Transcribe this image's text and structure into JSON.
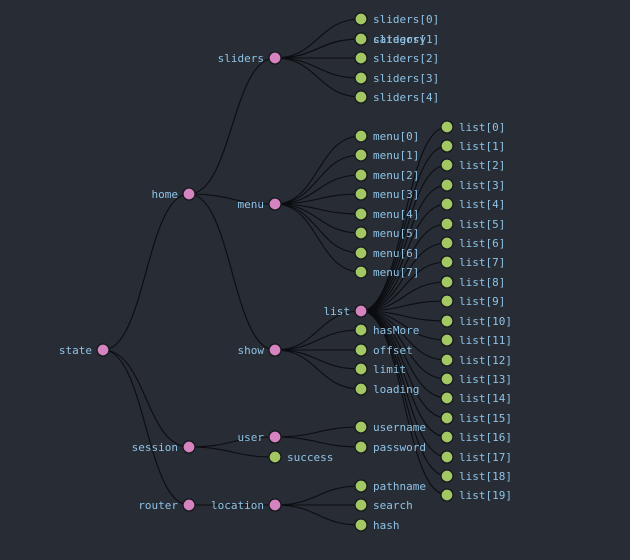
{
  "colors": {
    "background": "#272c35",
    "branch_node": "#d584c0",
    "leaf_node": "#a3c763",
    "label_text": "#8fc3e6",
    "link": "#0b0d11"
  },
  "tree": {
    "name": "state",
    "children": [
      {
        "name": "home",
        "children": [
          {
            "name": "sliders",
            "children": [
              {
                "name": "category"
              },
              {
                "name": "sliders[0]"
              },
              {
                "name": "sliders[1]"
              },
              {
                "name": "sliders[2]"
              },
              {
                "name": "sliders[3]"
              },
              {
                "name": "sliders[4]"
              }
            ]
          },
          {
            "name": "menu",
            "children": [
              {
                "name": "menu[0]"
              },
              {
                "name": "menu[1]"
              },
              {
                "name": "menu[2]"
              },
              {
                "name": "menu[3]"
              },
              {
                "name": "menu[4]"
              },
              {
                "name": "menu[5]"
              },
              {
                "name": "menu[6]"
              },
              {
                "name": "menu[7]"
              }
            ]
          },
          {
            "name": "show",
            "children": [
              {
                "name": "list",
                "children": [
                  {
                    "name": "list[0]"
                  },
                  {
                    "name": "list[1]"
                  },
                  {
                    "name": "list[2]"
                  },
                  {
                    "name": "list[3]"
                  },
                  {
                    "name": "list[4]"
                  },
                  {
                    "name": "list[5]"
                  },
                  {
                    "name": "list[6]"
                  },
                  {
                    "name": "list[7]"
                  },
                  {
                    "name": "list[8]"
                  },
                  {
                    "name": "list[9]"
                  },
                  {
                    "name": "list[10]"
                  },
                  {
                    "name": "list[11]"
                  },
                  {
                    "name": "list[12]"
                  },
                  {
                    "name": "list[13]"
                  },
                  {
                    "name": "list[14]"
                  },
                  {
                    "name": "list[15]"
                  },
                  {
                    "name": "list[16]"
                  },
                  {
                    "name": "list[17]"
                  },
                  {
                    "name": "list[18]"
                  },
                  {
                    "name": "list[19]"
                  }
                ]
              },
              {
                "name": "hasMore"
              },
              {
                "name": "offset"
              },
              {
                "name": "limit"
              },
              {
                "name": "loading"
              }
            ]
          }
        ]
      },
      {
        "name": "session",
        "children": [
          {
            "name": "user",
            "children": [
              {
                "name": "username"
              },
              {
                "name": "password"
              }
            ]
          },
          {
            "name": "success"
          }
        ]
      },
      {
        "name": "router",
        "children": [
          {
            "name": "location",
            "children": [
              {
                "name": "pathname"
              },
              {
                "name": "search"
              },
              {
                "name": "hash"
              }
            ]
          }
        ]
      }
    ]
  }
}
